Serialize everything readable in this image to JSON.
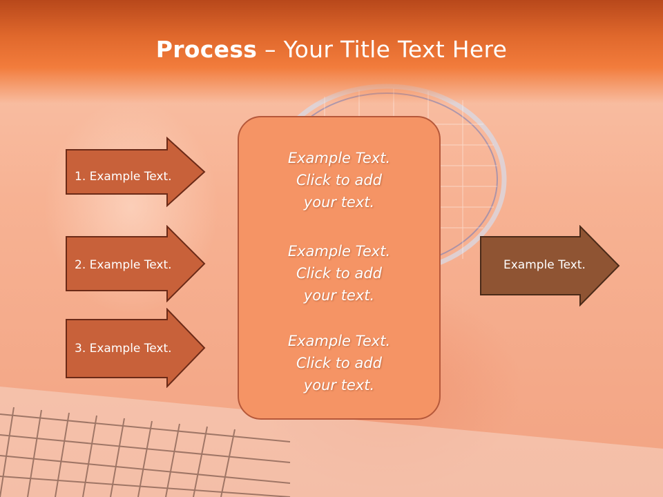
{
  "slide": {
    "title_bold": "Process",
    "title_rest": " – Your Title Text Here"
  },
  "steps": [
    {
      "label": "1. Example Text."
    },
    {
      "label": "2. Example Text."
    },
    {
      "label": "3. Example Text."
    }
  ],
  "center_box": {
    "blocks": [
      {
        "line1": "Example Text.",
        "line2": "Click  to add",
        "line3": "your text."
      },
      {
        "line1": "Example Text.",
        "line2": "Click  to add",
        "line3": "your text."
      },
      {
        "line1": "Example Text.",
        "line2": "Click  to add",
        "line3": "your text."
      }
    ]
  },
  "result_arrow": {
    "label": "Example Text."
  },
  "colors": {
    "title_band": "#e0682c",
    "step_arrow_fill": "#c8613a",
    "step_arrow_border": "#6b2a17",
    "center_box_fill": "#f59465",
    "result_arrow_fill": "#8f5433"
  }
}
